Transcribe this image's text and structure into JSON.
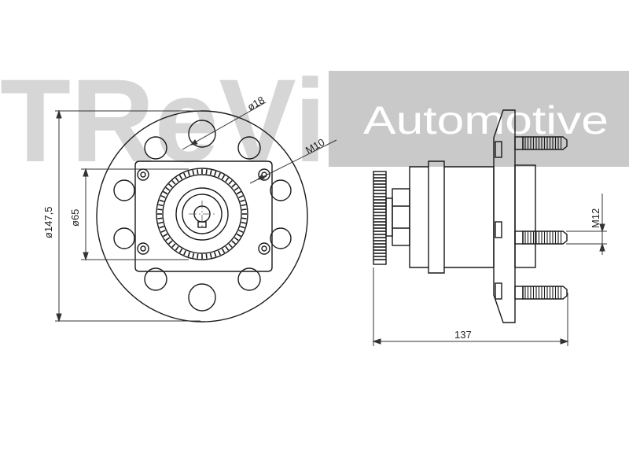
{
  "watermark": {
    "brand_text": "TReVi",
    "tagline": "Automotive",
    "colors": {
      "band": "#c9c9c9",
      "brand": "#d4d4d4",
      "tagline": "#ffffff"
    }
  },
  "front_view": {
    "dimensions": {
      "outer_diameter": "ø147,5",
      "pilot_diameter": "ø65",
      "hole_diameter": "ø18",
      "bolt_thread": "M10"
    }
  },
  "side_view": {
    "dimensions": {
      "overall_length": "137",
      "stud_thread": "M12"
    }
  },
  "colors": {
    "line": "#1a1a1a",
    "dim_line": "#333333"
  }
}
